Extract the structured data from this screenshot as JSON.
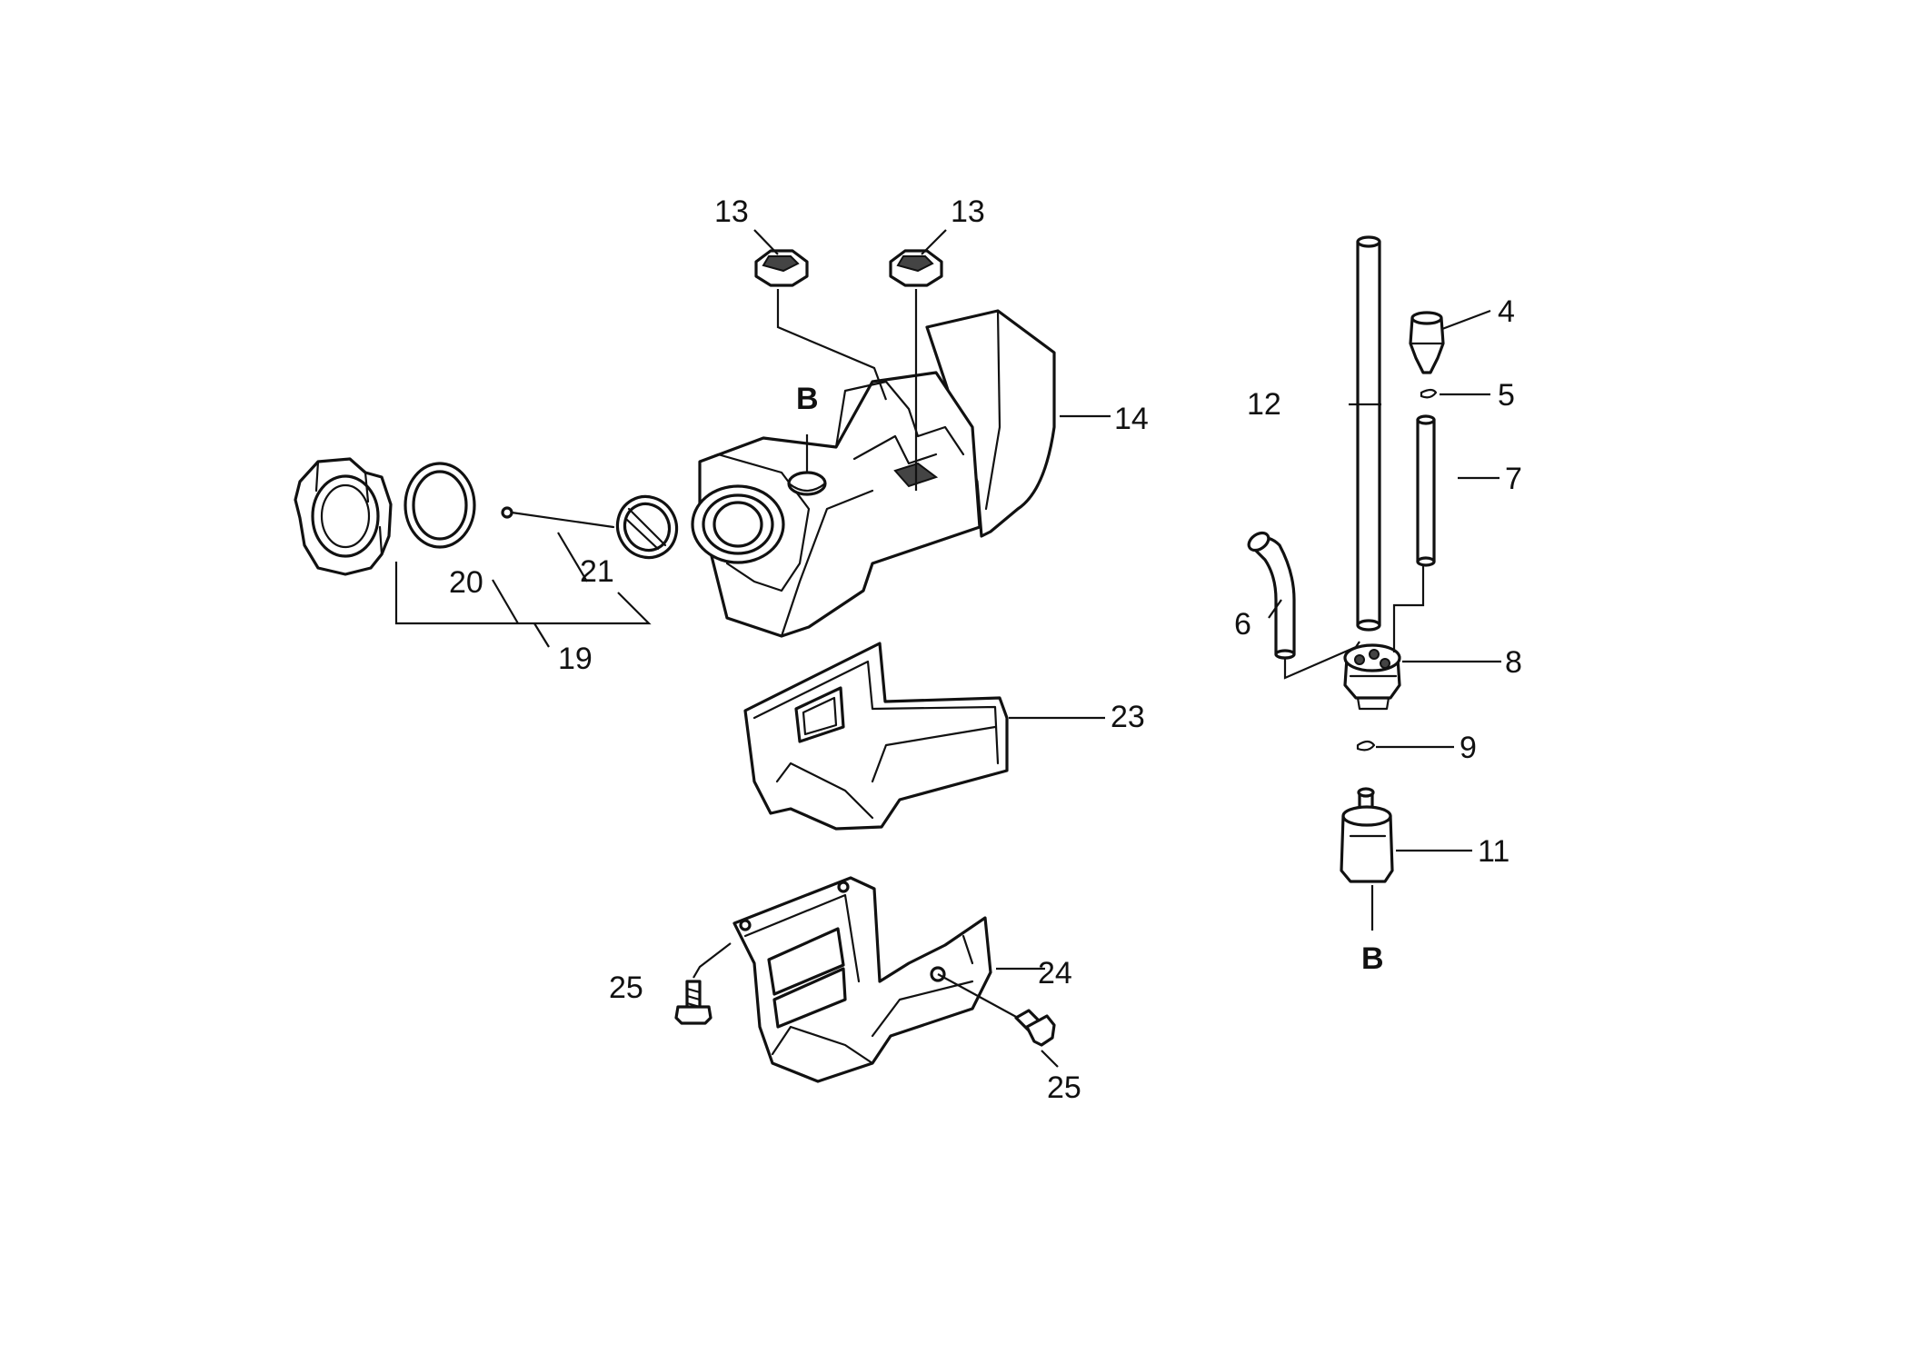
{
  "labels": {
    "n4": "4",
    "n5": "5",
    "n6": "6",
    "n7": "7",
    "n8": "8",
    "n9": "9",
    "n11": "11",
    "n12": "12",
    "n13a": "13",
    "n13b": "13",
    "n14": "14",
    "n19": "19",
    "n20": "20",
    "n21": "21",
    "n23": "23",
    "n24": "24",
    "n25a": "25",
    "n25b": "25",
    "b_top": "B",
    "b_bottom": "B"
  }
}
